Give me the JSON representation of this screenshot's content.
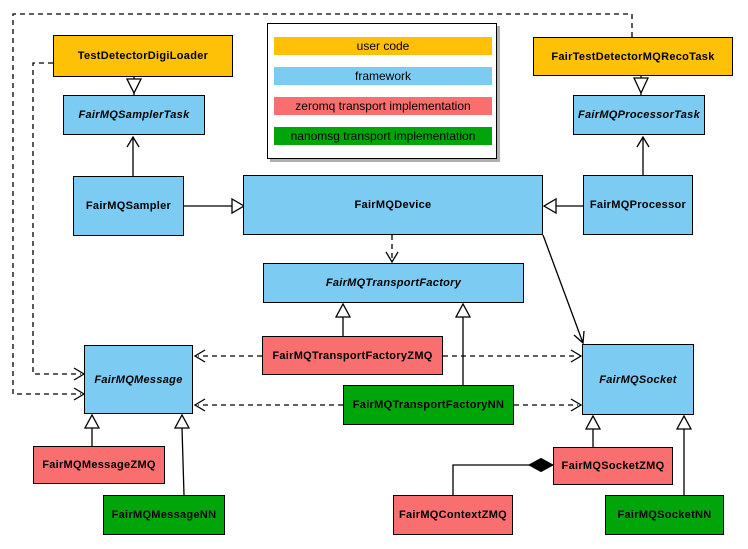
{
  "diagram": {
    "colors": {
      "user_code": "#FFC107",
      "framework": "#7CCBF2",
      "zeromq": "#F96F6F",
      "nanomsg": "#00A50A",
      "line": "#000000",
      "background": "#FFFFFF",
      "legend_shadow": "#B0B0B0"
    },
    "legend": {
      "items": [
        {
          "label": "user code",
          "type": "user_code"
        },
        {
          "label": "framework",
          "type": "framework"
        },
        {
          "label": "zeromq transport implementation",
          "type": "zeromq"
        },
        {
          "label": "nanomsg transport implementation",
          "type": "nanomsg"
        }
      ]
    },
    "nodes": {
      "test_detector_digi_loader": {
        "label": "TestDetectorDigiLoader",
        "type": "user_code",
        "abstract": false
      },
      "fair_test_detector_mq_reco_task": {
        "label": "FairTestDetectorMQRecoTask",
        "type": "user_code",
        "abstract": false
      },
      "fairmq_sampler_task": {
        "label": "FairMQSamplerTask",
        "type": "framework",
        "abstract": true
      },
      "fairmq_processor_task": {
        "label": "FairMQProcessorTask",
        "type": "framework",
        "abstract": true
      },
      "fairmq_sampler": {
        "label": "FairMQSampler",
        "type": "framework",
        "abstract": false
      },
      "fairmq_device": {
        "label": "FairMQDevice",
        "type": "framework",
        "abstract": false
      },
      "fairmq_processor": {
        "label": "FairMQProcessor",
        "type": "framework",
        "abstract": false
      },
      "fairmq_transport_factory": {
        "label": "FairMQTransportFactory",
        "type": "framework",
        "abstract": true
      },
      "fairmq_transport_factory_zmq": {
        "label": "FairMQTransportFactoryZMQ",
        "type": "zeromq",
        "abstract": false
      },
      "fairmq_transport_factory_nn": {
        "label": "FairMQTransportFactoryNN",
        "type": "nanomsg",
        "abstract": false
      },
      "fairmq_message": {
        "label": "FairMQMessage",
        "type": "framework",
        "abstract": true
      },
      "fairmq_socket": {
        "label": "FairMQSocket",
        "type": "framework",
        "abstract": true
      },
      "fairmq_message_zmq": {
        "label": "FairMQMessageZMQ",
        "type": "zeromq",
        "abstract": false
      },
      "fairmq_message_nn": {
        "label": "FairMQMessageNN",
        "type": "nanomsg",
        "abstract": false
      },
      "fairmq_socket_zmq": {
        "label": "FairMQSocketZMQ",
        "type": "zeromq",
        "abstract": false
      },
      "fairmq_context_zmq": {
        "label": "FairMQContextZMQ",
        "type": "zeromq",
        "abstract": false
      },
      "fairmq_socket_nn": {
        "label": "FairMQSocketNN",
        "type": "nanomsg",
        "abstract": false
      }
    },
    "edges": [
      {
        "from": "TestDetectorDigiLoader",
        "to": "FairMQSamplerTask",
        "relation": "inherits"
      },
      {
        "from": "FairTestDetectorMQRecoTask",
        "to": "FairMQProcessorTask",
        "relation": "inherits"
      },
      {
        "from": "FairMQSampler",
        "to": "FairMQDevice",
        "relation": "inherits"
      },
      {
        "from": "FairMQProcessor",
        "to": "FairMQDevice",
        "relation": "inherits"
      },
      {
        "from": "FairMQSampler",
        "to": "FairMQSamplerTask",
        "relation": "uses"
      },
      {
        "from": "FairMQProcessor",
        "to": "FairMQProcessorTask",
        "relation": "uses"
      },
      {
        "from": "FairMQDevice",
        "to": "FairMQTransportFactory",
        "relation": "depends"
      },
      {
        "from": "FairMQDevice",
        "to": "FairMQSocket",
        "relation": "uses"
      },
      {
        "from": "FairMQTransportFactoryZMQ",
        "to": "FairMQTransportFactory",
        "relation": "inherits"
      },
      {
        "from": "FairMQTransportFactoryNN",
        "to": "FairMQTransportFactory",
        "relation": "inherits"
      },
      {
        "from": "FairMQTransportFactoryZMQ",
        "to": "FairMQMessage",
        "relation": "depends"
      },
      {
        "from": "FairMQTransportFactoryZMQ",
        "to": "FairMQSocket",
        "relation": "depends"
      },
      {
        "from": "FairMQTransportFactoryNN",
        "to": "FairMQMessage",
        "relation": "depends"
      },
      {
        "from": "FairMQTransportFactoryNN",
        "to": "FairMQSocket",
        "relation": "depends"
      },
      {
        "from": "TestDetectorDigiLoader",
        "to": "FairMQMessage",
        "relation": "depends"
      },
      {
        "from": "FairTestDetectorMQRecoTask",
        "to": "FairMQMessage",
        "relation": "depends"
      },
      {
        "from": "FairMQMessageZMQ",
        "to": "FairMQMessage",
        "relation": "inherits"
      },
      {
        "from": "FairMQMessageNN",
        "to": "FairMQMessage",
        "relation": "inherits"
      },
      {
        "from": "FairMQSocketZMQ",
        "to": "FairMQSocket",
        "relation": "inherits"
      },
      {
        "from": "FairMQSocketNN",
        "to": "FairMQSocket",
        "relation": "inherits"
      },
      {
        "from": "FairMQSocketZMQ",
        "to": "FairMQContextZMQ",
        "relation": "composition"
      }
    ]
  }
}
